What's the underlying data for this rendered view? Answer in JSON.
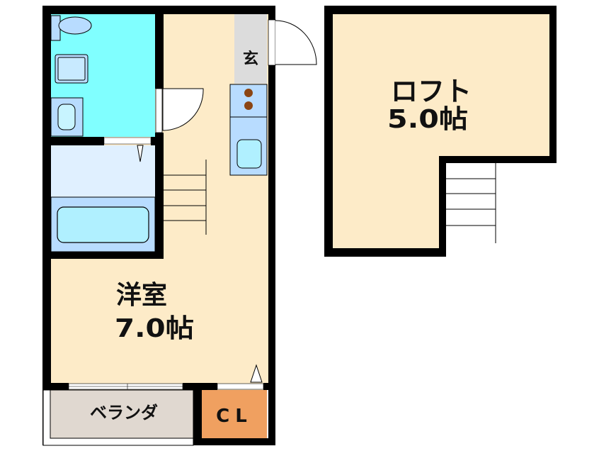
{
  "plan": {
    "entrance_label": "玄",
    "western_room": {
      "name": "洋室",
      "size": "7.0帖"
    },
    "veranda_label": "ベランダ",
    "closet_label": "CL",
    "loft": {
      "name": "ロフト",
      "size": "5.0帖"
    }
  },
  "colors": {
    "wall": "#000000",
    "room_floor": "#fdebc8",
    "toilet": "#80ffff",
    "bath": "#e0f0ff",
    "fixture": "#b8dcff",
    "entrance": "#dcdcdc",
    "closet": "#f0a060",
    "veranda": "#e0d8d0",
    "stove": "#8b4513"
  }
}
